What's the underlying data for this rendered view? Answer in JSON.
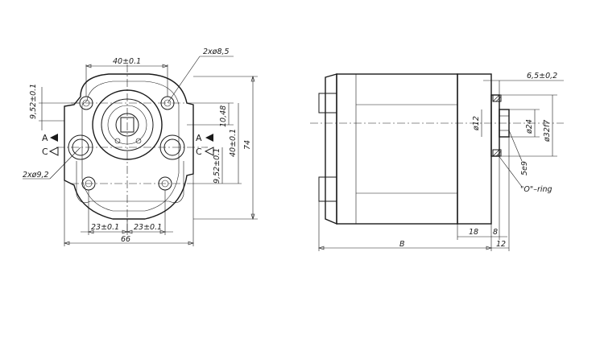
{
  "front_view": {
    "dims": {
      "holes_spacing": "40±0.1",
      "hole_top": "2xø8,5",
      "left_height": "9,52±0.1",
      "right_upper": "10,48",
      "right_mid": "40±0.1",
      "right_lower": "9,52±0.1",
      "overall_height": "74",
      "hole_ports": "2xø9,2",
      "bottom_left": "23±0.1",
      "bottom_right": "23±0.1",
      "overall_width": "66"
    },
    "section_a_left": "A",
    "section_c_left": "C",
    "section_a_right": "A",
    "section_c_right": "C"
  },
  "side_view": {
    "dims": {
      "flange_top": "6,5±0,2",
      "shaft_dia": "ø12",
      "spigot_dia": "ø24",
      "pilot_dia": "ø32f7",
      "key": "5e9",
      "oring": "\"O\"–ring",
      "flange_len": "18",
      "spigot_len": "8",
      "overall_len": "B",
      "shaft_len": "12"
    }
  }
}
